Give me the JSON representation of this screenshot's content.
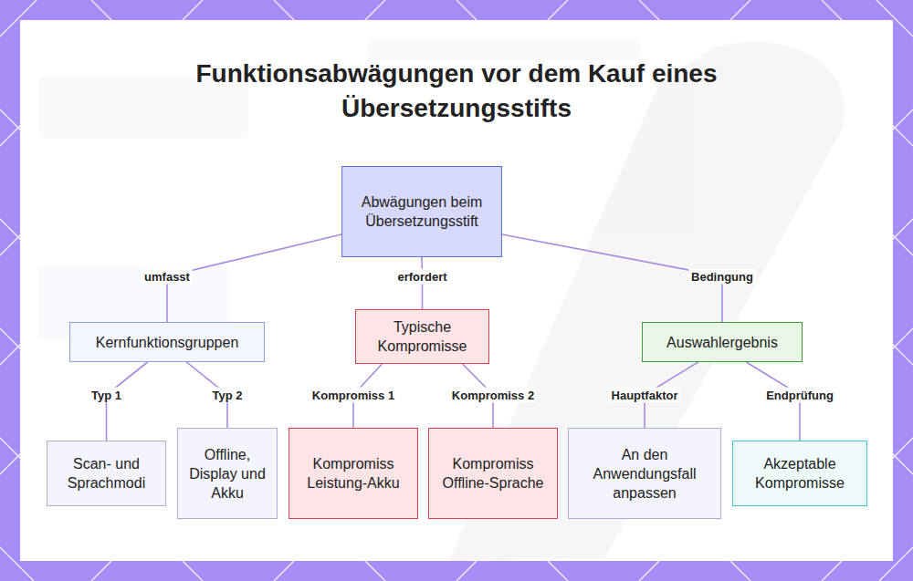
{
  "diagram": {
    "title": "Funktionsabwägungen vor dem Kauf eines Übersetzungsstifts",
    "nodes": [
      {
        "text": [
          "Abwägungen beim Übersetzungsstift"
        ]
      },
      {
        "text": [
          "Kernfunktionsgruppen"
        ]
      },
      {
        "text": [
          "Typische Kompromisse"
        ]
      },
      {
        "text": [
          "Auswahlergebnis"
        ]
      },
      {
        "text": [
          "Scan- und Sprachmodi"
        ]
      },
      {
        "text": [
          "Offline, Display und Akku"
        ]
      },
      {
        "text": [
          "Kompromiss Leistung-Akku"
        ]
      },
      {
        "text": [
          "Kompromiss Offline-Sprache"
        ]
      },
      {
        "text": [
          "An den Anwendungsfall anpassen"
        ]
      },
      {
        "text": [
          "Akzeptable Kompromisse"
        ]
      }
    ],
    "edges": [
      {
        "from": 0,
        "to": 1,
        "label": "umfasst",
        "arrow": "none"
      },
      {
        "from": 0,
        "to": 2,
        "label": "erfordert",
        "arrow": "none"
      },
      {
        "from": 0,
        "to": 3,
        "label": "Bedingung",
        "arrow": "none"
      },
      {
        "from": 1,
        "to": 4,
        "label": "Typ 1",
        "arrow": "none"
      },
      {
        "from": 1,
        "to": 5,
        "label": "Typ 2",
        "arrow": "none"
      },
      {
        "from": 2,
        "to": 6,
        "label": "Kompromiss 1",
        "arrow": "none"
      },
      {
        "from": 2,
        "to": 7,
        "label": "Kompromiss 2",
        "arrow": "none"
      },
      {
        "from": 3,
        "to": 8,
        "label": "Hauptfaktor",
        "arrow": "none"
      },
      {
        "from": 3,
        "to": 9,
        "label": "Endprüfung",
        "arrow": "none"
      }
    ]
  }
}
